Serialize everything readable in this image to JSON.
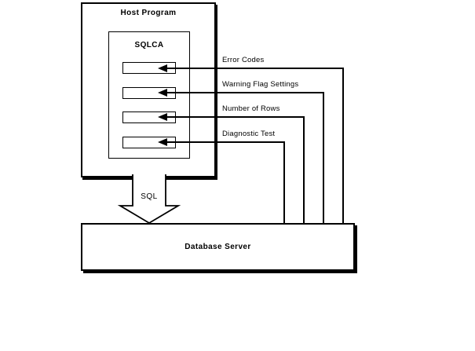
{
  "diagram": {
    "title_note": "",
    "host_program": {
      "title": "Host Program"
    },
    "sqlca": {
      "title": "SQLCA"
    },
    "sqlca_fields": [
      {
        "label": "Error Codes"
      },
      {
        "label": "Warning Flag Settings"
      },
      {
        "label": "Number of Rows"
      },
      {
        "label": "Diagnostic Test"
      }
    ],
    "sql_arrow": {
      "label": "SQL"
    },
    "database_server": {
      "title": "Database Server"
    },
    "colors": {
      "line": "#000000",
      "background": "#ffffff"
    }
  }
}
